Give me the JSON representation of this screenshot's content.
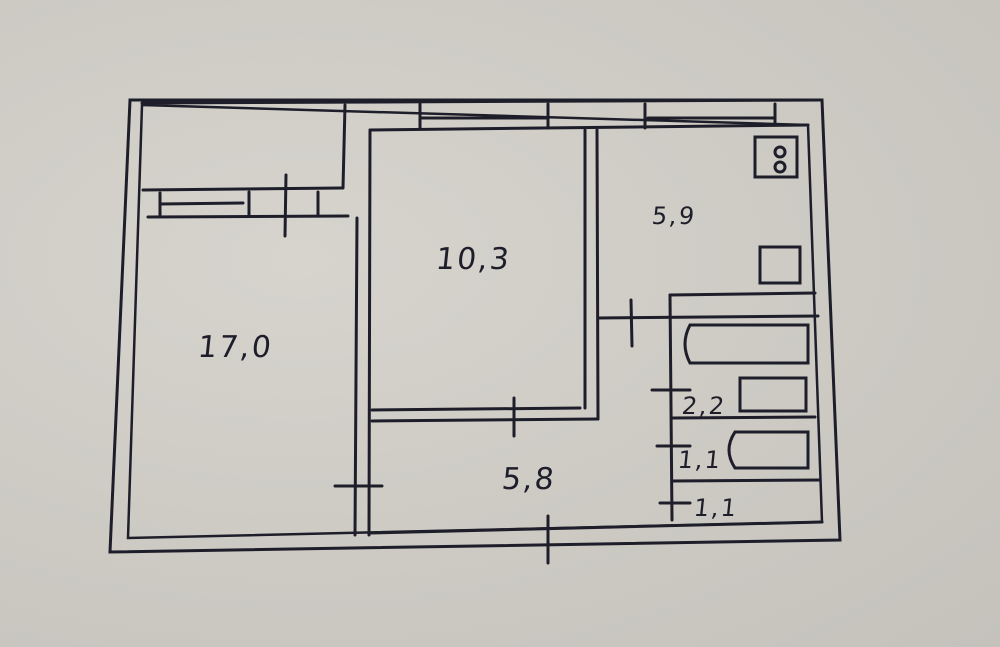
{
  "floor_plan": {
    "type": "hand-drawn apartment floor plan",
    "rooms": [
      {
        "id": "living-room",
        "area": "17,0"
      },
      {
        "id": "bedroom",
        "area": "10,3"
      },
      {
        "id": "kitchen",
        "area": "5,9"
      },
      {
        "id": "hallway",
        "area": "5,8"
      },
      {
        "id": "bathroom",
        "area": "2,2"
      },
      {
        "id": "toilet",
        "area": "1,1"
      },
      {
        "id": "storage",
        "area": "1,1"
      }
    ],
    "fixtures": [
      "stove",
      "sink",
      "bathtub",
      "washbasin",
      "toilet-bowl"
    ],
    "colors": {
      "paper": "#cfcdc6",
      "ink": "#1e1e2a"
    }
  }
}
